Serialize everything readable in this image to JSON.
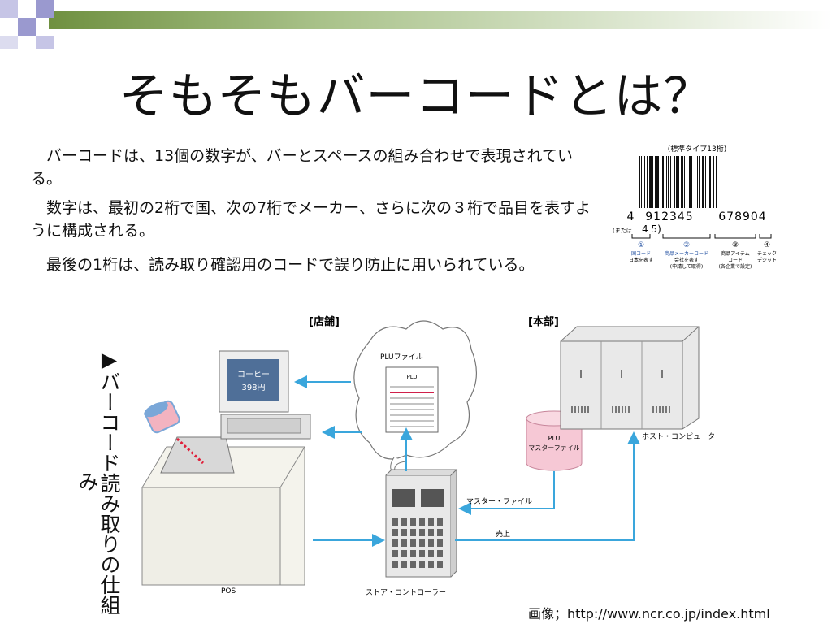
{
  "slide": {
    "title": "そもそもバーコードとは？",
    "paragraphs": [
      "　バーコードは、13個の数字が、バーとスペースの組み合わせで表現されている。",
      "　数字は、最初の2桁で国、次の7桁でメーカー、さらに次の３桁で品目を表すように構成される。",
      "　最後の1桁は、読み取り確認用のコードで誤り防止に用いられている。"
    ],
    "side_label": "▶バーコード読み取りの仕組み",
    "credit": "画像；http://www.ncr.co.jp/index.html"
  },
  "barcode": {
    "caption": "(標準タイプ13桁)",
    "digits_first": "4",
    "digits_mid": "912345",
    "digits_last": "678904",
    "alt_label": "(または",
    "alt_digits": "4 5)",
    "segments": [
      {
        "num": "①",
        "line1": "国コード",
        "line2": "日本を表す",
        "line3": ""
      },
      {
        "num": "②",
        "line1": "商品メーカーコード",
        "line2": "会社を表す",
        "line3": "(申請して取得)"
      },
      {
        "num": "③",
        "line1": "商品アイテム",
        "line2": "コード",
        "line3": "(各企業で設定)"
      },
      {
        "num": "④",
        "line1": "チェック",
        "line2": "デジット",
        "line3": ""
      }
    ]
  },
  "diagram": {
    "store_label": "[店舗]",
    "hq_label": "[本部]",
    "plu_file_label": "PLUファイル",
    "plu_sheet_label": "PLU",
    "screen_line1": "コーヒー",
    "screen_line2": "398円",
    "db_line1": "PLU",
    "db_line2": "マスターファイル",
    "host_label": "ホスト・コンピュータ",
    "master_file_arrow_label": "マスター・ファイル",
    "sales_label": "売上",
    "pos_label": "POS",
    "controller_label": "ストア・コントローラー"
  },
  "colors": {
    "arrow_blue": "#3aa6dc",
    "scan_red": "#e0203a",
    "deco_green": "#8fae5a",
    "deco_purple": "#9a99cf"
  }
}
